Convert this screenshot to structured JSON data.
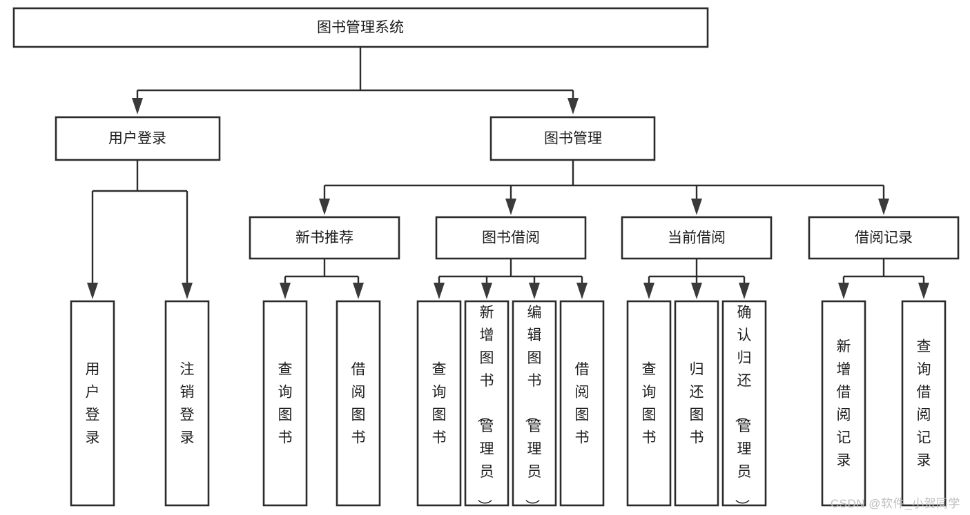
{
  "diagram": {
    "type": "hierarchical-tree",
    "title": "图书管理系统",
    "watermark": "CSDN @软件_小贺同学",
    "levels": 4,
    "root": {
      "id": "root",
      "label": "图书管理系统",
      "orientation": "horizontal"
    },
    "level2": [
      {
        "id": "user-login",
        "label": "用户登录",
        "orientation": "horizontal"
      },
      {
        "id": "book-management",
        "label": "图书管理",
        "orientation": "horizontal"
      }
    ],
    "level3": [
      {
        "id": "new-book-recommend",
        "label": "新书推荐",
        "orientation": "horizontal",
        "parent": "book-management"
      },
      {
        "id": "book-borrow",
        "label": "图书借阅",
        "orientation": "horizontal",
        "parent": "book-management"
      },
      {
        "id": "current-borrow",
        "label": "当前借阅",
        "orientation": "horizontal",
        "parent": "book-management"
      },
      {
        "id": "borrow-record",
        "label": "借阅记录",
        "orientation": "horizontal",
        "parent": "book-management"
      }
    ],
    "leaves": [
      {
        "id": "leaf-user-login",
        "label": "用户登录",
        "orientation": "vertical",
        "parent": "user-login"
      },
      {
        "id": "leaf-user-logout",
        "label": "注销登录",
        "orientation": "vertical",
        "parent": "user-login"
      },
      {
        "id": "leaf-query-book-1",
        "label": "查询图书",
        "orientation": "vertical",
        "parent": "new-book-recommend"
      },
      {
        "id": "leaf-borrow-book-1",
        "label": "借阅图书",
        "orientation": "vertical",
        "parent": "new-book-recommend"
      },
      {
        "id": "leaf-query-book-2",
        "label": "查询图书",
        "orientation": "vertical",
        "parent": "book-borrow"
      },
      {
        "id": "leaf-add-book",
        "label": "新增图书（管理员）",
        "orientation": "vertical",
        "parent": "book-borrow"
      },
      {
        "id": "leaf-edit-book",
        "label": "编辑图书（管理员）",
        "orientation": "vertical",
        "parent": "book-borrow"
      },
      {
        "id": "leaf-borrow-book-2",
        "label": "借阅图书",
        "orientation": "vertical",
        "parent": "book-borrow"
      },
      {
        "id": "leaf-query-book-3",
        "label": "查询图书",
        "orientation": "vertical",
        "parent": "current-borrow"
      },
      {
        "id": "leaf-return-book",
        "label": "归还图书",
        "orientation": "vertical",
        "parent": "current-borrow"
      },
      {
        "id": "leaf-confirm-return",
        "label": "确认归还（管理员）",
        "orientation": "vertical",
        "parent": "current-borrow"
      },
      {
        "id": "leaf-add-record",
        "label": "新增借阅记录",
        "orientation": "vertical",
        "parent": "borrow-record"
      },
      {
        "id": "leaf-query-record",
        "label": "查询借阅记录",
        "orientation": "vertical",
        "parent": "borrow-record"
      }
    ],
    "colors": {
      "box_stroke": "#2b2b2b",
      "box_fill": "#ffffff",
      "connector": "#2b2b2b",
      "text": "#1d1d1d",
      "watermark": "#bfbfbf",
      "background": "#ffffff"
    }
  }
}
